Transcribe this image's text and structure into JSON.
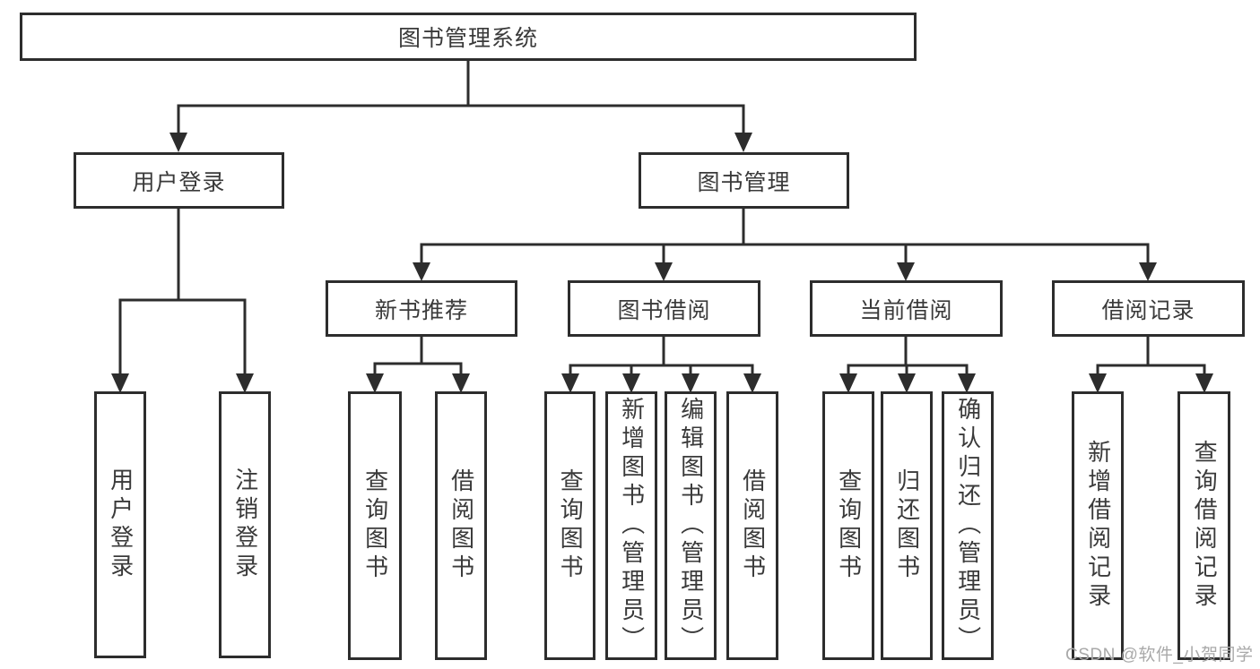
{
  "colors": {
    "line": "#2d2d2d",
    "box_border": "#2d2d2d",
    "text": "#3a3a3a",
    "watermark": "#a9a9a9",
    "background": "#ffffff"
  },
  "watermark": "CSDN @软件_小贺同学",
  "tree": {
    "root": {
      "label": "图书管理系统"
    },
    "branches": [
      {
        "label": "用户登录",
        "leaves": [
          {
            "label": "用户登录"
          },
          {
            "label": "注销登录"
          }
        ]
      },
      {
        "label": "图书管理",
        "sections": [
          {
            "label": "新书推荐",
            "leaves": [
              {
                "label": "查询图书"
              },
              {
                "label": "借阅图书"
              }
            ]
          },
          {
            "label": "图书借阅",
            "leaves": [
              {
                "label": "查询图书"
              },
              {
                "label": "新增图书（管理员）"
              },
              {
                "label": "编辑图书（管理员）"
              },
              {
                "label": "借阅图书"
              }
            ]
          },
          {
            "label": "当前借阅",
            "leaves": [
              {
                "label": "查询图书"
              },
              {
                "label": "归还图书"
              },
              {
                "label": "确认归还（管理员）"
              }
            ]
          },
          {
            "label": "借阅记录",
            "leaves": [
              {
                "label": "新增借阅记录"
              },
              {
                "label": "查询借阅记录"
              }
            ]
          }
        ]
      }
    ]
  }
}
